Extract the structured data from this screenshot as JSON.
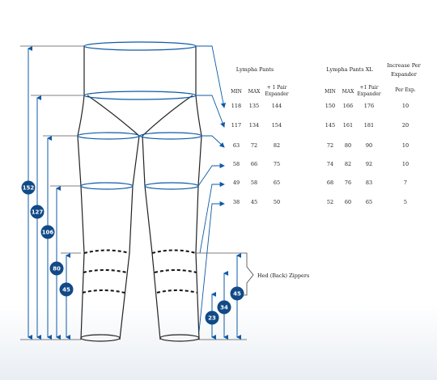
{
  "colors": {
    "accent": "#0d5aa7",
    "badge": "#114a86",
    "garment_outline": "#222222"
  },
  "tables": [
    {
      "title": "Lympha Pants",
      "columns": [
        "MIN",
        "MAX",
        "+ 1 Pair\nExpander"
      ],
      "rows": [
        [
          "118",
          "135",
          "144"
        ],
        [
          "117",
          "134",
          "154"
        ],
        [
          "63",
          "72",
          "82"
        ],
        [
          "58",
          "66",
          "75"
        ],
        [
          "49",
          "58",
          "65"
        ],
        [
          "38",
          "45",
          "50"
        ]
      ]
    },
    {
      "title": "Lympha Pants XL",
      "columns": [
        "MIN",
        "MAX",
        "+1 Pair\nExpander"
      ],
      "rows": [
        [
          "150",
          "166",
          "176"
        ],
        [
          "145",
          "161",
          "181"
        ],
        [
          "72",
          "80",
          "90"
        ],
        [
          "74",
          "82",
          "92"
        ],
        [
          "68",
          "76",
          "83"
        ],
        [
          "52",
          "60",
          "65"
        ]
      ]
    },
    {
      "title": "Increase Per\nExpander",
      "columns": [
        "Per Exp."
      ],
      "rows": [
        [
          "10"
        ],
        [
          "20"
        ],
        [
          "10"
        ],
        [
          "10"
        ],
        [
          "7"
        ],
        [
          "5"
        ]
      ]
    }
  ],
  "left_badges": [
    "152",
    "127",
    "106",
    "80",
    "45"
  ],
  "right_badges": [
    "23",
    "34",
    "45"
  ],
  "zipper_note": "Hed (Back) Zippers"
}
